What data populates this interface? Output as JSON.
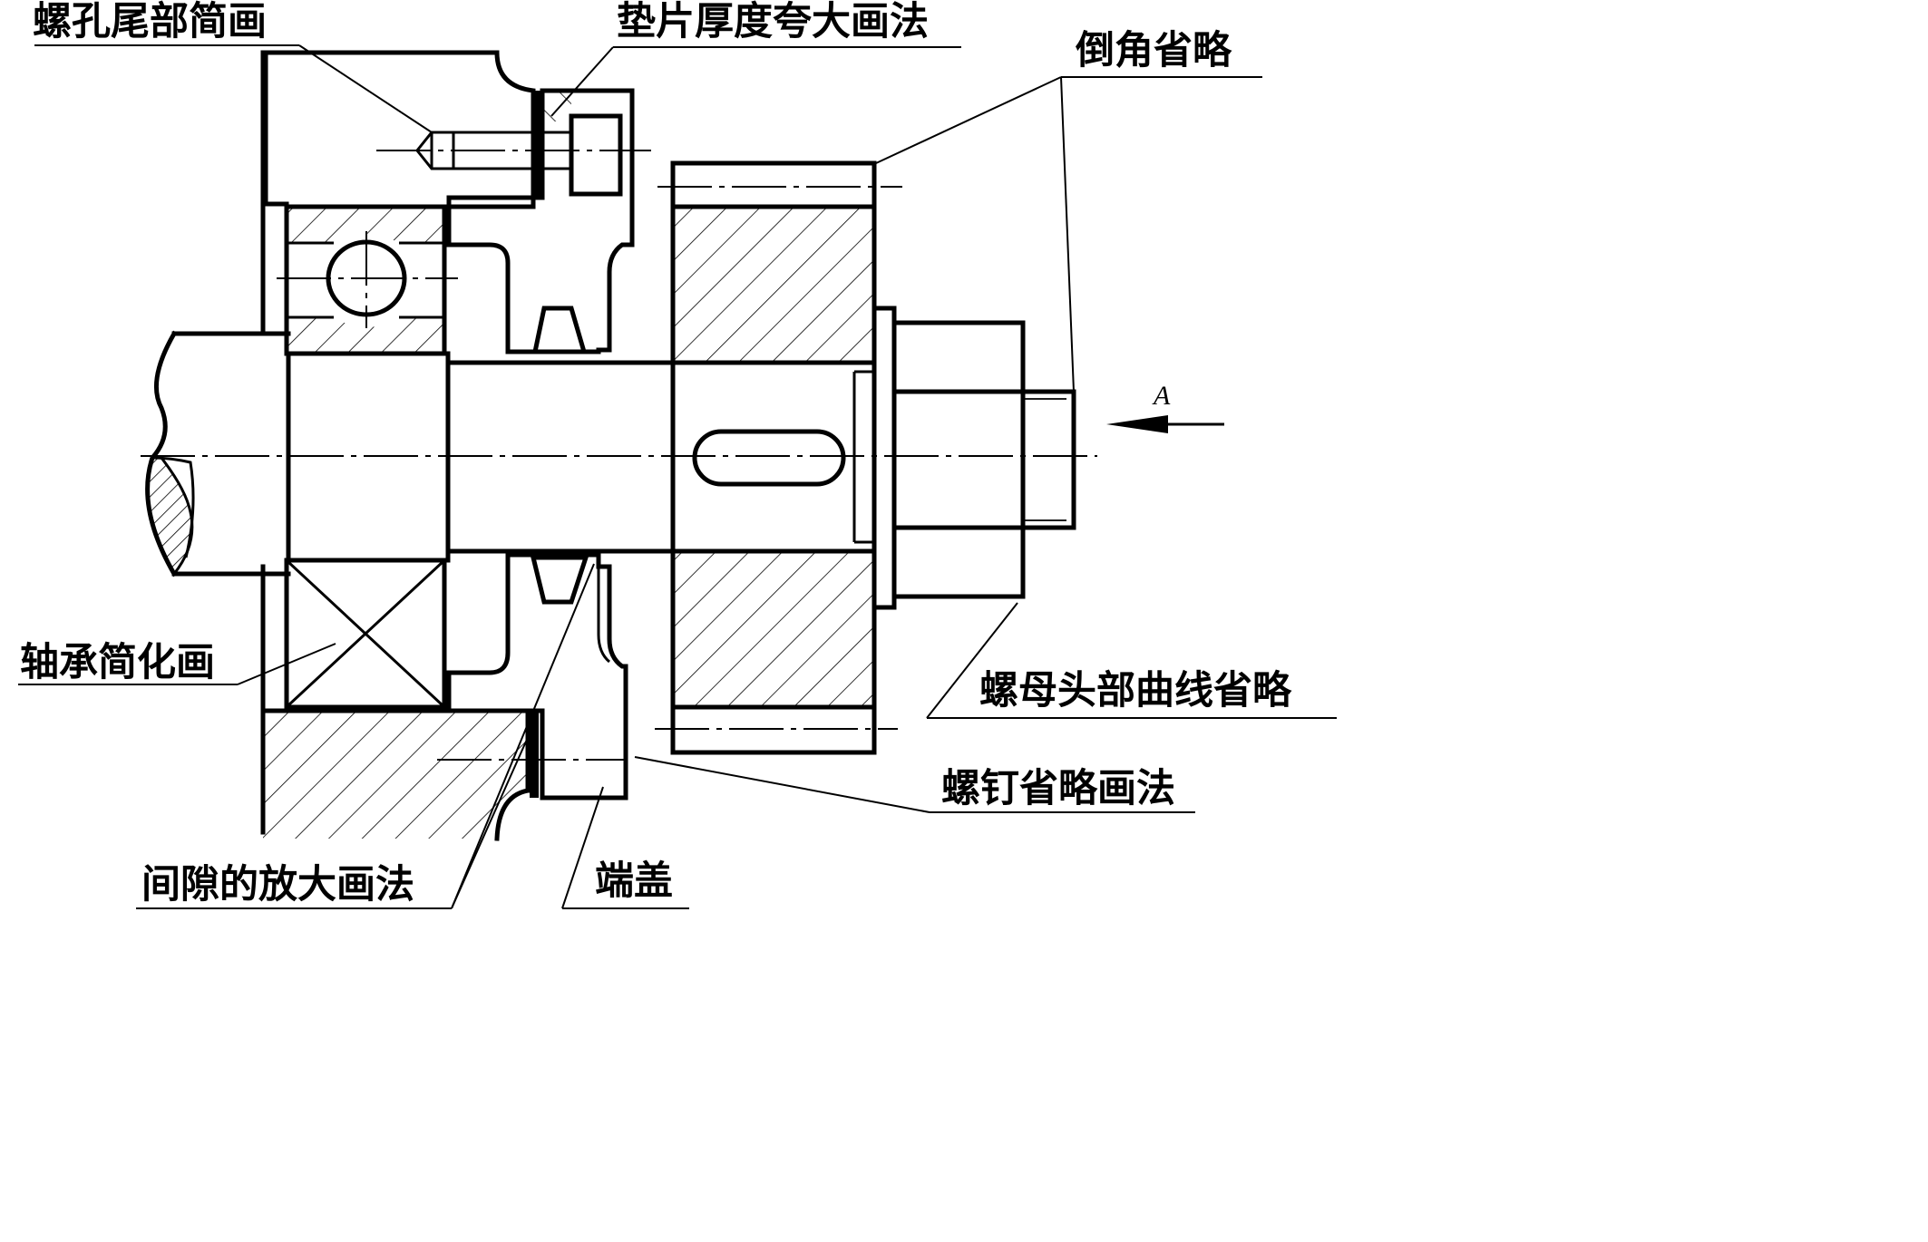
{
  "labels": {
    "screw_hole_end": "螺孔尾部简画",
    "washer_exaggerated": "垫片厚度夸大画法",
    "chamfer_omitted": "倒角省略",
    "bearing_simplified": "轴承简化画",
    "nut_curve_omitted": "螺母头部曲线省略",
    "screw_omitted": "螺钉省略画法",
    "gap_enlarged": "间隙的放大画法",
    "end_cover": "端盖",
    "view_a": "A"
  }
}
